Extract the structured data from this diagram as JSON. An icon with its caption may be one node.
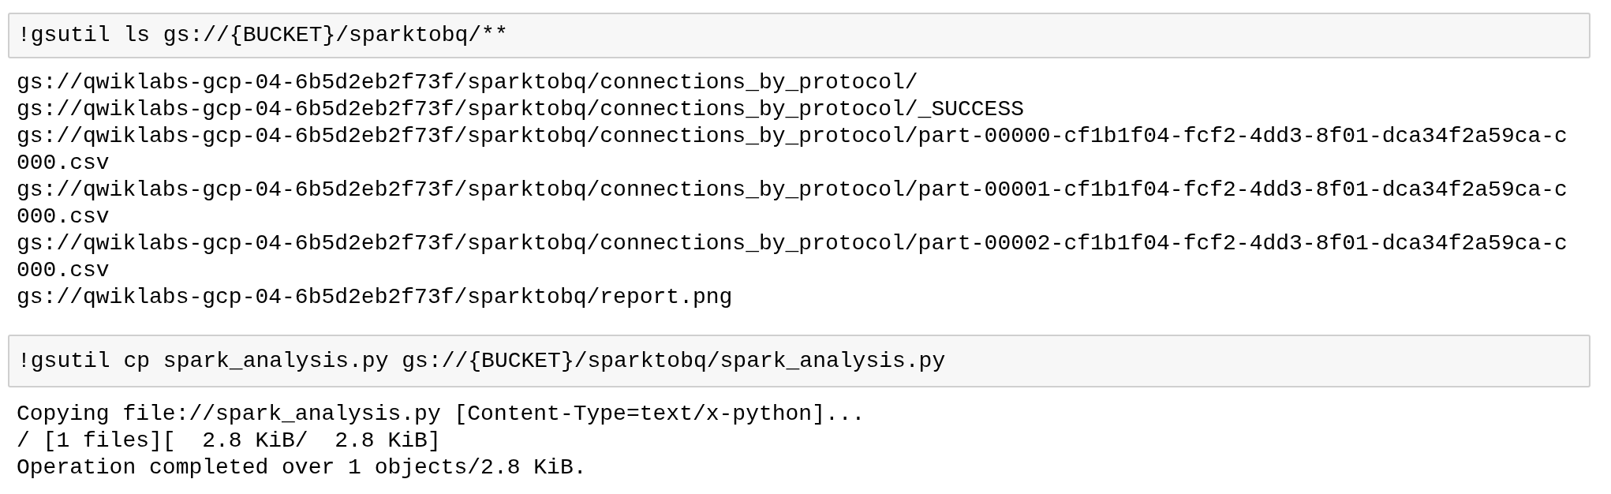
{
  "diagram": {
    "nodes": [
      {
        "text": [
          "!gsutil ls gs://{BUCKET}/sparktobq/**"
        ]
      },
      {
        "text": [
          "!gsutil cp spark_analysis.py gs://{BUCKET}/sparktobq/spark_analysis.py"
        ]
      }
    ],
    "labels": [
      "gs://qwiklabs-gcp-04-6b5d2eb2f73f/sparktobq/connections_by_protocol/",
      "gs://qwiklabs-gcp-04-6b5d2eb2f73f/sparktobq/connections_by_protocol/_SUCCESS",
      "gs://qwiklabs-gcp-04-6b5d2eb2f73f/sparktobq/connections_by_protocol/part-00000-cf1b1f04-fcf2-4dd3-8f01-dca34f2a59ca-c 000.csv",
      "gs://qwiklabs-gcp-04-6b5d2eb2f73f/sparktobq/connections_by_protocol/part-00001-cf1b1f04-fcf2-4dd3-8f01-dca34f2a59ca-c 000.csv",
      "gs://qwiklabs-gcp-04-6b5d2eb2f73f/sparktobq/connections_by_protocol/part-00002-cf1b1f04-fcf2-4dd3-8f01-dca34f2a59ca-c 000.csv",
      "gs://qwiklabs-gcp-04-6b5d2eb2f73f/sparktobq/report.png",
      "Copying file://spark_analysis.py [Content-Type=text/x-python]...",
      "/ [1 files][  2.8 KiB/  2.8 KiB]",
      "Operation completed over 1 objects/2.8 KiB."
    ]
  }
}
